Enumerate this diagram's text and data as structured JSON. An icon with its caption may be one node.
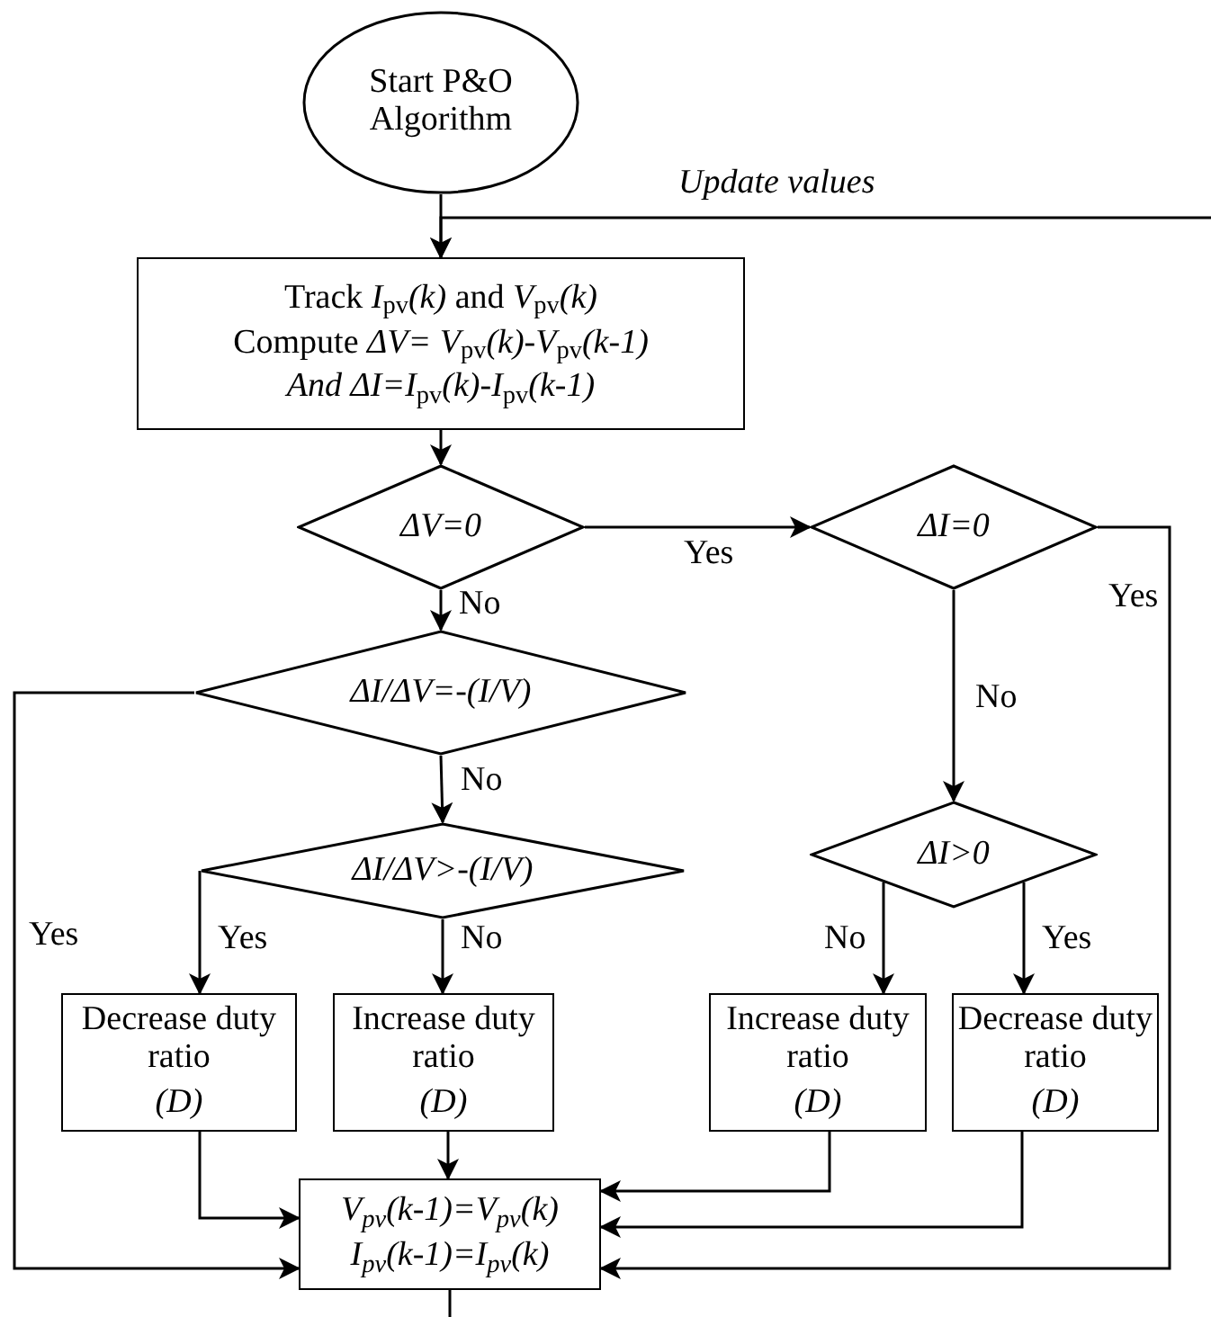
{
  "diagram": {
    "nodes": [
      {
        "text": [
          "Start P&O Algorithm"
        ]
      },
      {
        "text": [
          "Track *I*$_{pv}$*(k)* and *V*$_{pv}$*(k)*",
          "Compute *ΔV= V*$_{pv}$*(k)-V*$_{pv}$*(k-1)*",
          "*And ΔI=I*$_{pv}$*(k)-I*$_{pv}$*(k-1)*"
        ]
      },
      {
        "text": [
          "ΔV=0"
        ]
      },
      {
        "text": [
          "ΔI=0"
        ]
      },
      {
        "text": [
          "ΔI/ΔV=-(I/V)"
        ]
      },
      {
        "text": [
          "ΔI>0"
        ]
      },
      {
        "text": [
          "ΔI/ΔV>-(I/V)"
        ]
      },
      {
        "text": [
          "Decrease duty ratio",
          "(D)"
        ]
      },
      {
        "text": [
          "Increase duty ratio",
          "(D)"
        ]
      },
      {
        "text": [
          "Increase duty ratio",
          "(D)"
        ]
      },
      {
        "text": [
          "Decrease duty ratio",
          "(D)"
        ]
      },
      {
        "text": [
          "V$_{pv}$(k-1)=V$_{pv}$(k)",
          "I$_{pv}$(k-1)=I$_{pv}$(k)"
        ]
      }
    ],
    "edges": [
      {
        "from": 0,
        "to": 1,
        "arrow": "to"
      },
      {
        "from": null,
        "to": 1,
        "arrow": "to",
        "label": "Update values"
      },
      {
        "from": 1,
        "to": 2,
        "arrow": "to"
      },
      {
        "from": 2,
        "to": 3,
        "arrow": "to",
        "label": "Yes"
      },
      {
        "from": 2,
        "to": 4,
        "arrow": "to",
        "label": "No"
      },
      {
        "from": 3,
        "to": 11,
        "arrow": "to",
        "label": "Yes"
      },
      {
        "from": 3,
        "to": 5,
        "arrow": "to",
        "label": "No"
      },
      {
        "from": 4,
        "to": 11,
        "arrow": "to",
        "label": "Yes"
      },
      {
        "from": 4,
        "to": 6,
        "arrow": "to",
        "label": "No"
      },
      {
        "from": 6,
        "to": 7,
        "arrow": "to",
        "label": "Yes"
      },
      {
        "from": 6,
        "to": 8,
        "arrow": "to",
        "label": "No"
      },
      {
        "from": 5,
        "to": 9,
        "arrow": "to",
        "label": "No"
      },
      {
        "from": 5,
        "to": 10,
        "arrow": "to",
        "label": "Yes"
      },
      {
        "from": 7,
        "to": 11,
        "arrow": "to"
      },
      {
        "from": 8,
        "to": 11,
        "arrow": "to"
      },
      {
        "from": 9,
        "to": 11,
        "arrow": "to"
      },
      {
        "from": 10,
        "to": 11,
        "arrow": "to"
      },
      {
        "from": 11,
        "to": null,
        "arrow": "none"
      }
    ]
  }
}
